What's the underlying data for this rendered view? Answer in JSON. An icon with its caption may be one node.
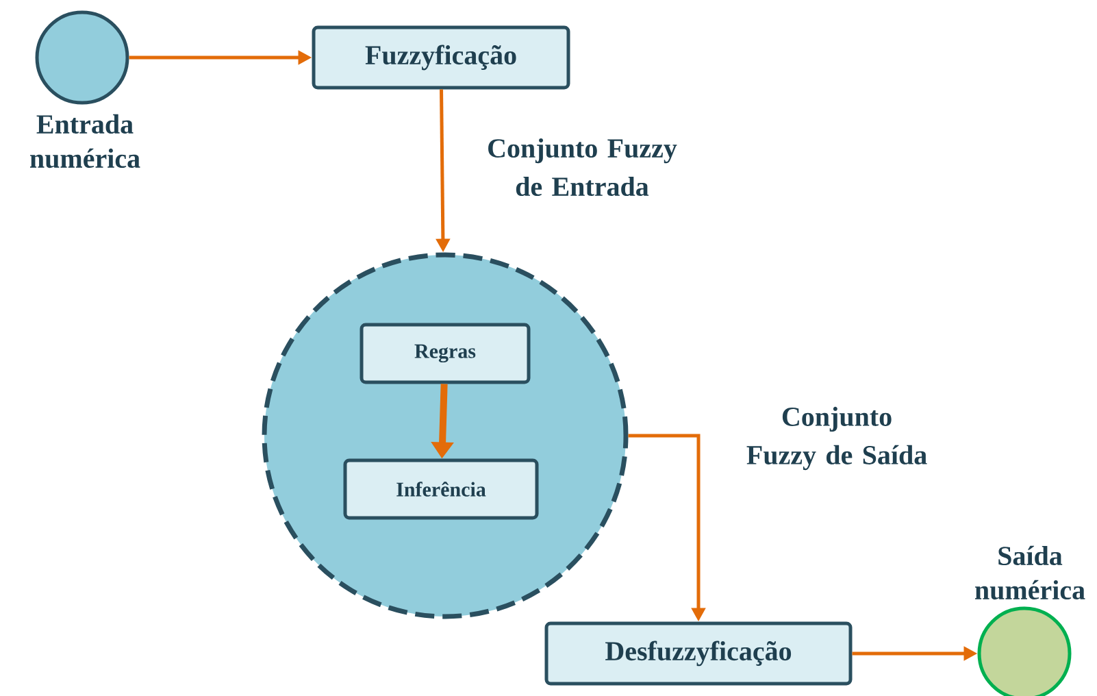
{
  "diagram": {
    "nodes": [
      {
        "text": [],
        "shape": "circle",
        "beside": [
          "Entrada numérica"
        ]
      },
      {
        "text": [
          "Fuzzyficação"
        ]
      },
      {
        "text": [],
        "shape": "circle"
      },
      {
        "text": [
          "Regras"
        ],
        "in": 2
      },
      {
        "text": [
          "Inferência"
        ],
        "in": 2
      },
      {
        "text": [
          "Desfuzzyficação"
        ]
      },
      {
        "text": [],
        "shape": "circle",
        "beside": [
          "Saída numérica"
        ]
      }
    ],
    "edges": [
      {
        "from": 0,
        "to": 1,
        "arrow": "to"
      },
      {
        "from": 1,
        "to": 2,
        "arrow": "to",
        "label": "Conjunto Fuzzy de Entrada"
      },
      {
        "from": 3,
        "to": 4,
        "arrow": "to",
        "style": "thick"
      },
      {
        "from": 2,
        "to": 5,
        "arrow": "to",
        "label": "Conjunto Fuzzy de Saída"
      },
      {
        "from": 5,
        "to": 6,
        "arrow": "to"
      }
    ]
  }
}
